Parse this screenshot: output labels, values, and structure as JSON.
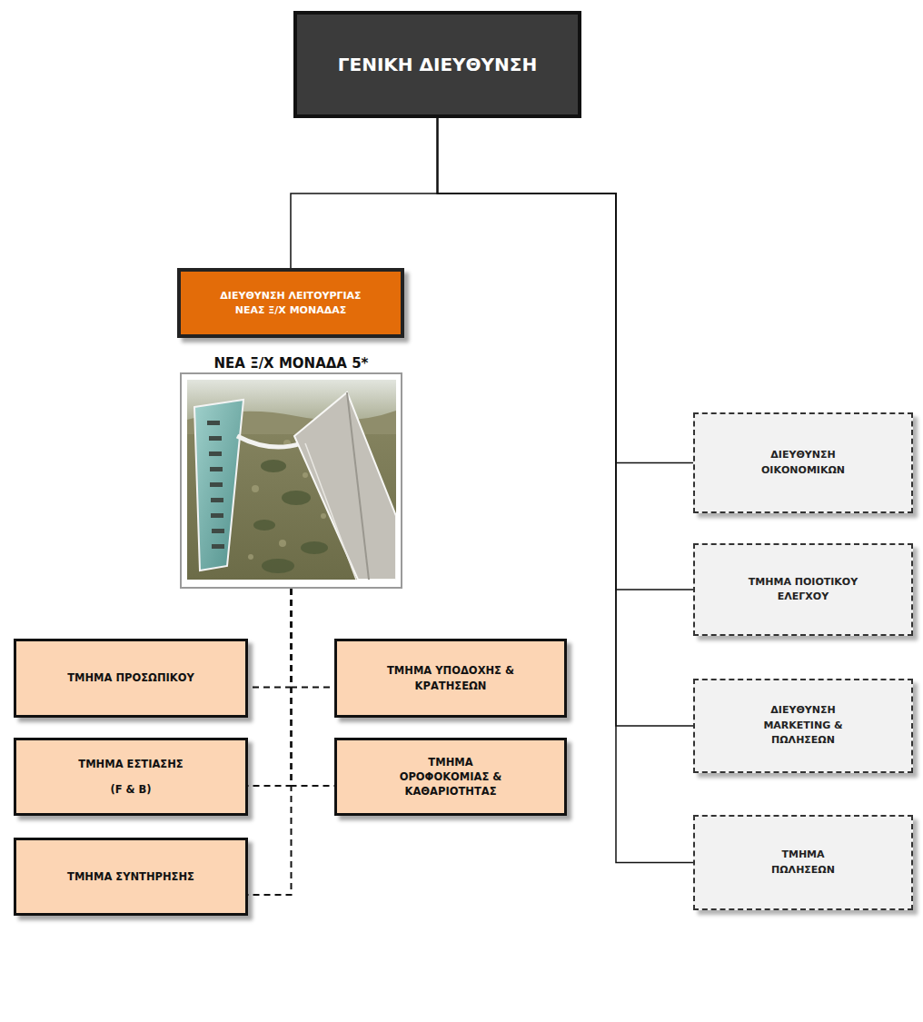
{
  "diagram": {
    "nodes": [
      {
        "text": [
          "ΓΕΝΙΚΗ ΔΙΕΥΘΥΝΣΗ"
        ]
      },
      {
        "text": [
          "ΔΙΕΥΘΥΝΣΗ ΛΕΙΤΟΥΡΓΙΑΣ ΝΕΑΣ Ξ/Χ ΜΟΝΑΔΑΣ"
        ]
      },
      {
        "text": [
          "ΝΕΑ Ξ/Χ ΜΟΝΑΔΑ 5*"
        ]
      },
      {
        "text": [
          "ΤΜΗΜΑ ΠΡΟΣΩΠΙΚΟΥ"
        ]
      },
      {
        "text": [
          "ΤΜΗΜΑ ΥΠΟΔΟΧΗΣ & ΚΡΑΤΗΣΕΩΝ"
        ]
      },
      {
        "text": [
          "ΤΜΗΜΑ ΕΣΤΙΑΣΗΣ",
          "(F & B)"
        ]
      },
      {
        "text": [
          "ΤΜΗΜΑ ΟΡΟΦΟΚΟΜΙΑΣ & ΚΑΘΑΡΙΟΤΗΤΑΣ"
        ]
      },
      {
        "text": [
          "ΤΜΗΜΑ ΣΥΝΤΗΡΗΣΗΣ"
        ]
      },
      {
        "text": [
          "ΔΙΕΥΘΥΝΣΗ ΟΙΚΟΝΟΜΙΚΩΝ"
        ]
      },
      {
        "text": [
          "ΤΜΗΜΑ ΠΟΙΟΤΙΚΟΥ ΕΛΕΓΧΟΥ"
        ]
      },
      {
        "text": [
          "ΔΙΕΥΘΥΝΣΗ MARKETING & ΠΩΛΗΣΕΩΝ"
        ]
      },
      {
        "text": [
          "ΤΜΗΜΑ ΠΩΛΗΣΕΩΝ"
        ]
      }
    ],
    "edges": [
      {
        "from": 0,
        "to": 1,
        "arrow": "none"
      },
      {
        "from": 0,
        "to": 8,
        "arrow": "none"
      },
      {
        "from": 0,
        "to": 9,
        "arrow": "none"
      },
      {
        "from": 0,
        "to": 10,
        "arrow": "none"
      },
      {
        "from": 0,
        "to": 11,
        "arrow": "none"
      },
      {
        "from": 2,
        "to": 3,
        "arrow": "none"
      },
      {
        "from": 2,
        "to": 4,
        "arrow": "none"
      },
      {
        "from": 2,
        "to": 5,
        "arrow": "none"
      },
      {
        "from": 2,
        "to": 6,
        "arrow": "none"
      },
      {
        "from": 2,
        "to": 7,
        "arrow": "none"
      }
    ]
  }
}
